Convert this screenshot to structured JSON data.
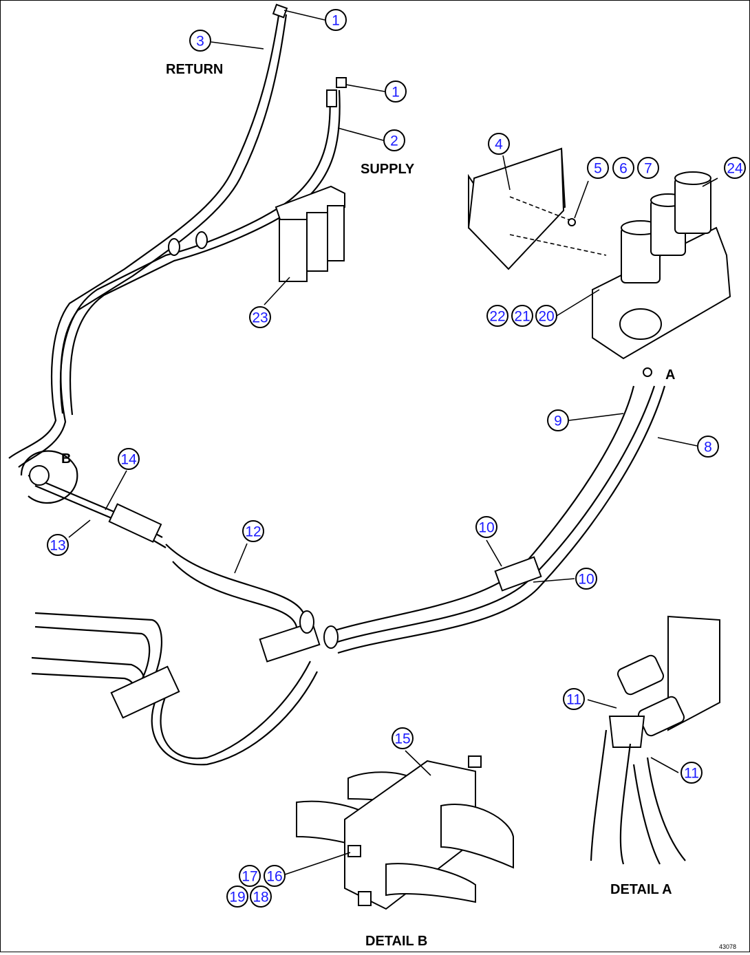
{
  "labels": {
    "return": "RETURN",
    "supply": "SUPPLY",
    "detail_a": "DETAIL A",
    "detail_b": "DETAIL B",
    "view_a": "A",
    "view_b": "B",
    "drawing_no": "43078"
  },
  "callouts": {
    "c1a": "1",
    "c1b": "1",
    "c2": "2",
    "c3": "3",
    "c4": "4",
    "c5": "5",
    "c6": "6",
    "c7": "7",
    "c8": "8",
    "c9": "9",
    "c10a": "10",
    "c10b": "10",
    "c11a": "11",
    "c11b": "11",
    "c12": "12",
    "c13": "13",
    "c14": "14",
    "c15": "15",
    "c16": "16",
    "c17": "17",
    "c18": "18",
    "c19": "19",
    "c20": "20",
    "c21": "21",
    "c22": "22",
    "c23": "23",
    "c24": "24"
  }
}
